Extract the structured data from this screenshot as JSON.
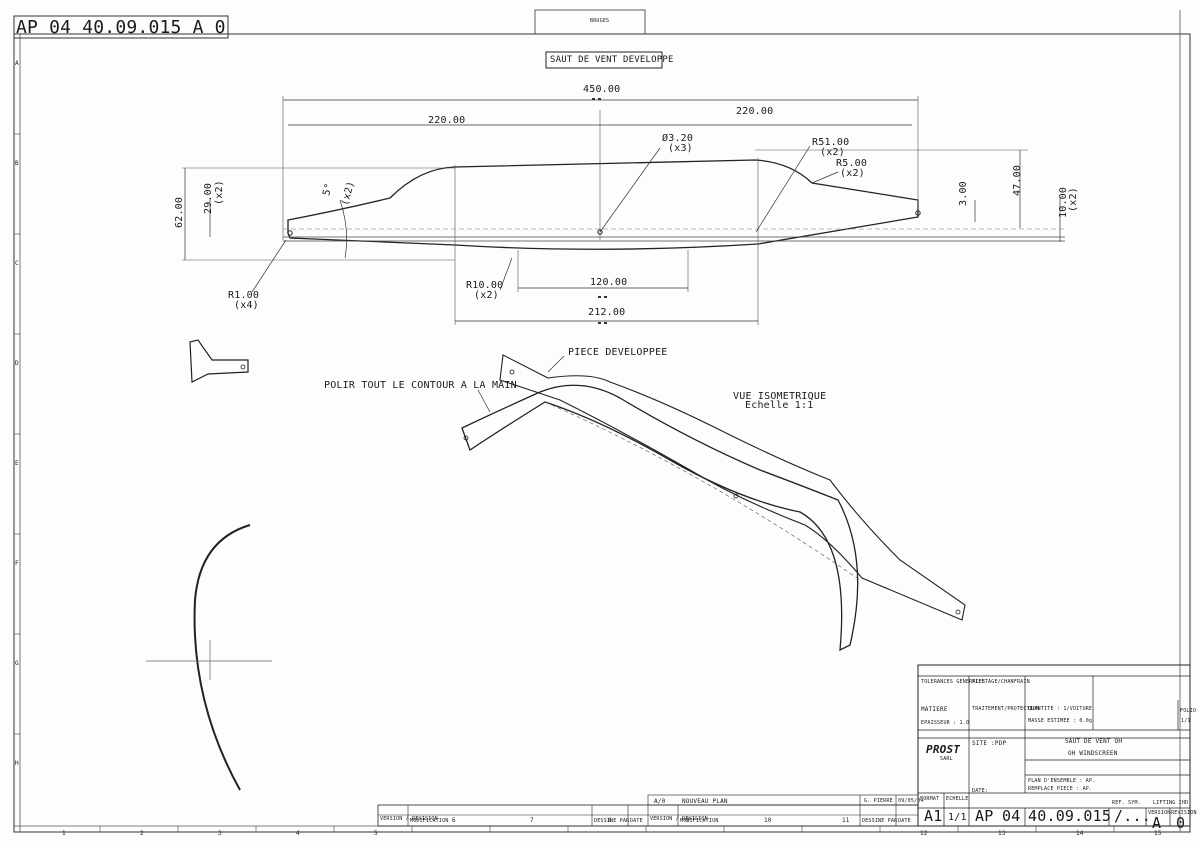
{
  "header": {
    "drawing_number_top": "AP 04 40.09.015 A 0",
    "tag_small": "BRUGES"
  },
  "view_titles": {
    "developed": "SAUT DE VENT DEVELOPPE",
    "piece_developed": "PIECE DEVELOPPEE",
    "polish": "POLIR TOUT LE CONTOUR A LA MAIN",
    "iso": "VUE ISOMETRIQUE",
    "scale": "Echelle 1:1"
  },
  "dimensions": {
    "d450": "450.00",
    "d220_left": "220.00",
    "d220_right": "220.00",
    "d3_20": "Ø3.20",
    "x3": "(x3)",
    "r51": "R51.00",
    "r51_x2": "(x2)",
    "r5": "R5.00",
    "r5_x2": "(x2)",
    "d62": "62.00",
    "d29": "29.00",
    "d29_x2": "(x2)",
    "ang": "5°",
    "ang_x2": "(x2)",
    "d3": "3.00",
    "d47": "47.00",
    "d10": "10.00",
    "d10_x2": "(x2)",
    "r1": "R1.00",
    "r1_x4": "(x4)",
    "r10": "R10.00",
    "r10_x2": "(x2)",
    "d120": "120.00",
    "d212": "212.00"
  },
  "border": {
    "columns": [
      "1",
      "2",
      "3",
      "4",
      "5",
      "6",
      "7",
      "8",
      "9",
      "10",
      "11",
      "12",
      "13",
      "14",
      "15"
    ],
    "rows": [
      "A",
      "B",
      "C",
      "D",
      "E",
      "F",
      "G",
      "H"
    ]
  },
  "title_block": {
    "title_fr": "SAUT DE VENT OH",
    "title_en": "OH WINDSCREEN",
    "format_label": "FORMAT",
    "format": "A1",
    "echelle_label": "ECHELLE",
    "echelle": "1/1",
    "prefix": "AP",
    "group": "04",
    "number": "40.09.015",
    "ref_label": "REF. SYM.",
    "ref": "/...",
    "version_label": "VERSION",
    "version": "A",
    "revision_label": "REVISION",
    "revision": "0",
    "company": "PROST",
    "company_sub": "SARL",
    "site": "SITE :PDP",
    "quantity": "QUANTITE : 1/VOITURE",
    "mass": "MASSE ESTIMEE : 0.0g",
    "matiere": "MATIERE",
    "plan_ensemble": "PLAN D'ENSEMBLE : AP.",
    "remplace": "REMPLACE PIECE : AP.",
    "date_label": "DATE:",
    "lifting": "LIFTING IHD",
    "treatment": "TRAITEMENT/PROTECTION",
    "tolerances": "TOLERANCES GENERALES",
    "finish": "FILETAGE/CHANFRAIN",
    "epaisseur": "EPAISSEUR : 1.0",
    "folio_label": "FOLIO",
    "folio": "1/1"
  },
  "revision_block": {
    "version_revision_label": "VERSION / REVISION",
    "modification_label": "MODIFICATION",
    "dessine_par": "DESSINE PAR",
    "date_label": "DATE",
    "row_version": "A/0",
    "row_modification": "NOUVEAU PLAN",
    "row_author": "G. PIERRE",
    "row_date": "09/05/04"
  }
}
